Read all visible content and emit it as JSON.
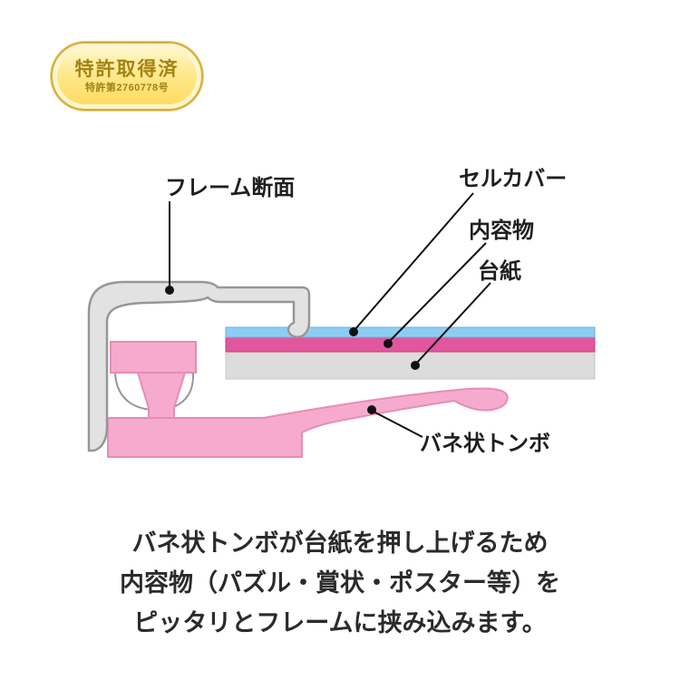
{
  "badge": {
    "title": "特許取得済",
    "subtitle": "特許第2760778号"
  },
  "labels": {
    "frame_section": "フレーム断面",
    "cell_cover": "セルカバー",
    "contents": "内容物",
    "board": "台紙",
    "spring_tab": "バネ状トンボ"
  },
  "description": {
    "line1": "バネ状トンボが台紙を押し上げるため",
    "line2": "内容物（パズル・賞状・ポスター等）を",
    "line3": "ピッタリとフレームに挟み込みます。"
  },
  "colors": {
    "frame_fill": "#e2e2e2",
    "frame_stroke": "#979797",
    "pink_fill": "#f6abce",
    "pink_stroke": "#e68cb8",
    "magenta_layer": "#e2569d",
    "magenta_stroke": "#c7417f",
    "blue_layer": "#8ecdf2",
    "blue_stroke": "#6fb0da",
    "board_layer": "#dcdcdc",
    "board_stroke": "#c9c9c9",
    "callout": "#111111",
    "badge_border": "#d4ad3d",
    "badge_text": "#a28312",
    "body_text": "#2b2b2b"
  }
}
